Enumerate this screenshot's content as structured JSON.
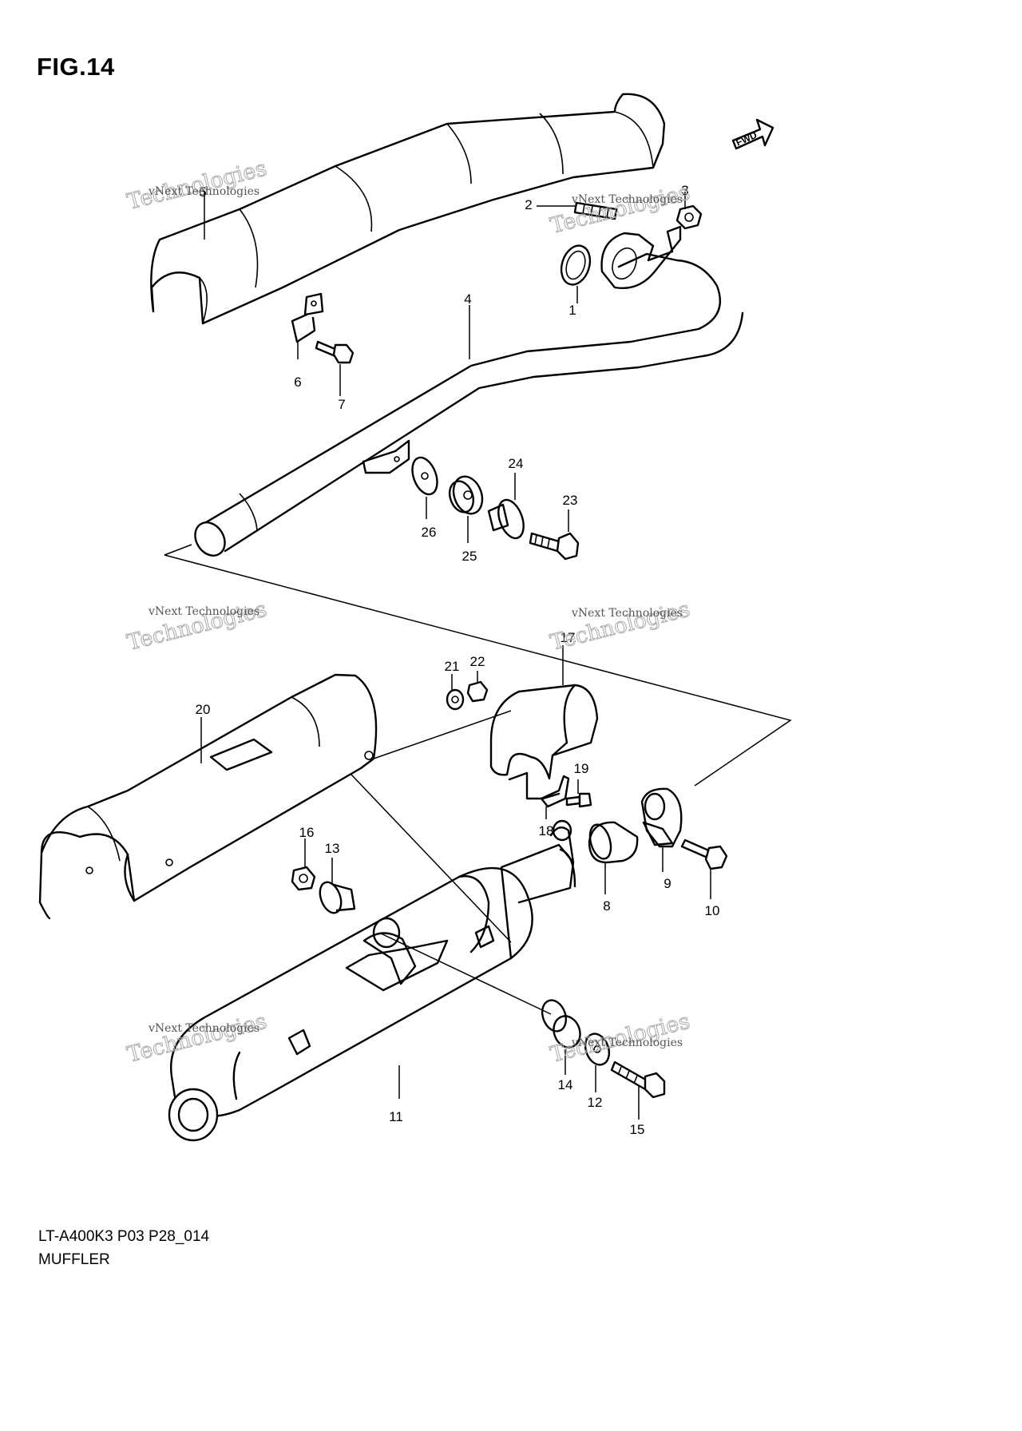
{
  "figure": {
    "title": "FIG.14"
  },
  "fwd_label": "FWD",
  "watermark": {
    "line1": "vNext Technologies",
    "line2": "Technologies"
  },
  "callouts": [
    "1",
    "2",
    "3",
    "4",
    "5",
    "6",
    "7",
    "8",
    "9",
    "10",
    "11",
    "12",
    "13",
    "14",
    "15",
    "16",
    "17",
    "18",
    "19",
    "20",
    "21",
    "22",
    "23",
    "24",
    "25",
    "26"
  ],
  "footer": {
    "model_code": "LT-A400K3 P03 P28_014",
    "section": "MUFFLER"
  }
}
